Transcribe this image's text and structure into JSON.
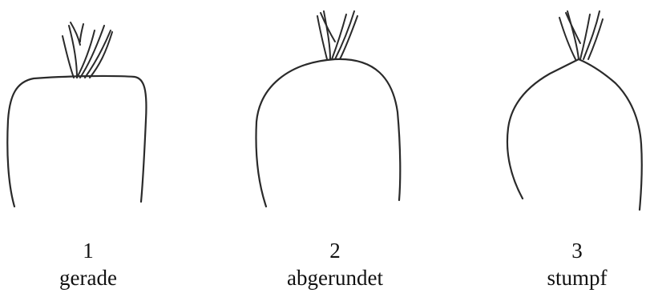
{
  "figures": [
    {
      "number": "1",
      "label": "gerade",
      "shape": "straight-top-outline"
    },
    {
      "number": "2",
      "label": "abgerundet",
      "shape": "rounded-top-outline"
    },
    {
      "number": "3",
      "label": "stumpf",
      "shape": "blunt-top-outline"
    }
  ],
  "colors": {
    "line": "#2a2a2a",
    "text": "#111111",
    "background": "#ffffff"
  }
}
